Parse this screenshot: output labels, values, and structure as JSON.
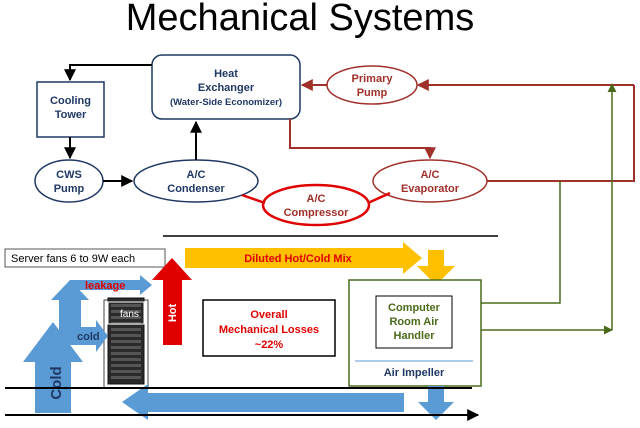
{
  "title": "Mechanical Systems",
  "nodes": {
    "cooling_tower": [
      "Cooling",
      "Tower"
    ],
    "heat_exchanger": [
      "Heat",
      "Exchanger",
      "(Water-Side Economizer)"
    ],
    "primary_pump": [
      "Primary",
      "Pump"
    ],
    "cws_pump": [
      "CWS",
      "Pump"
    ],
    "ac_condenser": [
      "A/C",
      "Condenser"
    ],
    "ac_compressor": [
      "A/C",
      "Compressor"
    ],
    "ac_evaporator": [
      "A/C",
      "Evaporator"
    ]
  },
  "airflow": {
    "server_fans": "Server fans 6 to 9W each",
    "diluted_mix": "Diluted Hot/Cold Mix",
    "leakage": "leakage",
    "fans": "fans",
    "cold_small": "cold",
    "cold_big": "Cold",
    "hot": "Hot",
    "losses": [
      "Overall",
      "Mechanical Losses",
      "~22%"
    ],
    "crah": [
      "Computer",
      "Room Air",
      "Handler"
    ],
    "air_impeller": "Air Impeller"
  },
  "colors": {
    "navy": "#1f3864",
    "dark_red": "#a0302a",
    "bright_red": "#e00000",
    "orange": "#ffc000",
    "blue": "#5b9bd5",
    "green": "#4a6b1a"
  }
}
